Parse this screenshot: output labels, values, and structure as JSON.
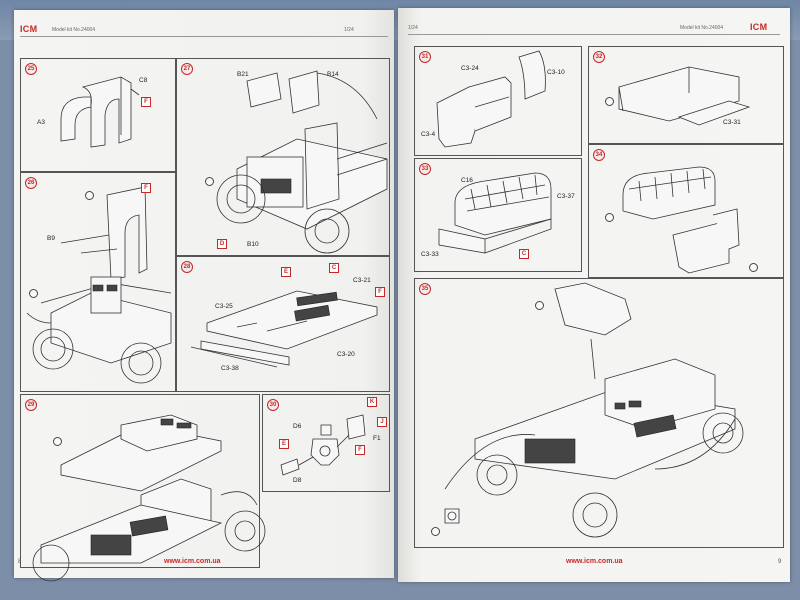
{
  "left_page": {
    "logo": "ICM",
    "kit_label": "Model kit No.24004",
    "scale": "1/24",
    "footer_url": "www.icm.com.ua",
    "page_number": "8"
  },
  "right_page": {
    "logo": "ICM",
    "kit_label": "Model kit No.24004",
    "scale": "1/24",
    "footer_url": "www.icm.com.ua",
    "page_number": "9"
  },
  "steps": {
    "s25": {
      "num": "25",
      "labels": {
        "c8": "C8",
        "a3": "A3"
      },
      "marks": {
        "f": "F"
      }
    },
    "s26": {
      "num": "26",
      "labels": {
        "b9": "B9"
      },
      "marks": {
        "f": "F"
      }
    },
    "s27": {
      "num": "27",
      "labels": {
        "b21": "B21",
        "b14": "B14",
        "b10": "B10"
      },
      "marks": {
        "d": "D"
      }
    },
    "s28": {
      "num": "28",
      "labels": {
        "c321": "C3-21",
        "c325": "C3-25",
        "c338": "C3-38",
        "c320": "C3-20"
      },
      "marks": {
        "e": "E",
        "c": "C",
        "f": "F"
      }
    },
    "s29": {
      "num": "29"
    },
    "s30": {
      "num": "30",
      "labels": {
        "d6": "D6",
        "f1": "F1",
        "d8": "D8"
      },
      "marks": {
        "k": "K",
        "j": "J",
        "e": "E",
        "f": "F"
      }
    },
    "s31": {
      "num": "31",
      "labels": {
        "c324": "C3-24",
        "c310": "C3-10",
        "c34": "C3-4"
      }
    },
    "s32": {
      "num": "32",
      "labels": {
        "c331": "C3-31"
      }
    },
    "s33": {
      "num": "33",
      "labels": {
        "c16": "C16",
        "c337": "C3-37",
        "c333": "C3-33"
      },
      "marks": {
        "c": "C"
      }
    },
    "s34": {
      "num": "34"
    },
    "s35": {
      "num": "35"
    }
  }
}
